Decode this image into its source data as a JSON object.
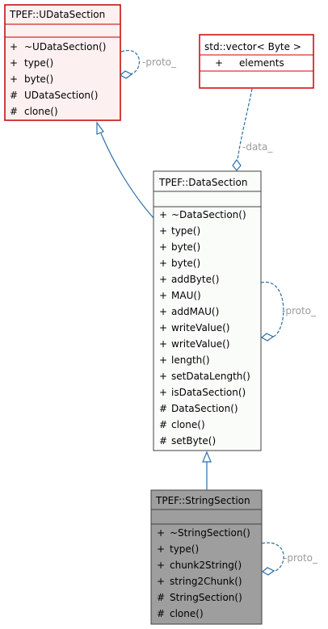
{
  "colors": {
    "edge": "#2a6ea6",
    "udatasection_border": "#c00000",
    "udatasection_fill": "#fdf0f0",
    "vector_border": "#d00000",
    "vector_fill": "#ffffff",
    "datasection_border": "#404040",
    "datasection_fill": "#fafcfa",
    "stringsection_border": "#404040",
    "stringsection_fill": "#9f9e9f",
    "label": "#9a9a9a"
  },
  "classes": {
    "udatasection": {
      "name": "TPEF::UDataSection",
      "members": [
        {
          "vis": "+",
          "text": "~UDataSection()"
        },
        {
          "vis": "+",
          "text": "type()"
        },
        {
          "vis": "+",
          "text": "byte()"
        },
        {
          "vis": "#",
          "text": "UDataSection()"
        },
        {
          "vis": "#",
          "text": "clone()"
        }
      ]
    },
    "vector": {
      "name": "std::vector< Byte >",
      "attributes": [
        {
          "vis": "+",
          "text": "elements"
        }
      ]
    },
    "datasection": {
      "name": "TPEF::DataSection",
      "members": [
        {
          "vis": "+",
          "text": "~DataSection()"
        },
        {
          "vis": "+",
          "text": "type()"
        },
        {
          "vis": "+",
          "text": "byte()"
        },
        {
          "vis": "+",
          "text": "byte()"
        },
        {
          "vis": "+",
          "text": "addByte()"
        },
        {
          "vis": "+",
          "text": "MAU()"
        },
        {
          "vis": "+",
          "text": "addMAU()"
        },
        {
          "vis": "+",
          "text": "writeValue()"
        },
        {
          "vis": "+",
          "text": "writeValue()"
        },
        {
          "vis": "+",
          "text": "length()"
        },
        {
          "vis": "+",
          "text": "setDataLength()"
        },
        {
          "vis": "+",
          "text": "isDataSection()"
        },
        {
          "vis": "#",
          "text": "DataSection()"
        },
        {
          "vis": "#",
          "text": "clone()"
        },
        {
          "vis": "#",
          "text": "setByte()"
        }
      ]
    },
    "stringsection": {
      "name": "TPEF::StringSection",
      "members": [
        {
          "vis": "+",
          "text": "~StringSection()"
        },
        {
          "vis": "+",
          "text": "type()"
        },
        {
          "vis": "+",
          "text": "chunk2String()"
        },
        {
          "vis": "+",
          "text": "string2Chunk()"
        },
        {
          "vis": "#",
          "text": "StringSection()"
        },
        {
          "vis": "#",
          "text": "clone()"
        }
      ]
    }
  },
  "edges": {
    "udatasection_proto": "-proto_",
    "vector_data": "-data_",
    "datasection_proto": "-proto_",
    "stringsection_proto": "-proto_"
  }
}
